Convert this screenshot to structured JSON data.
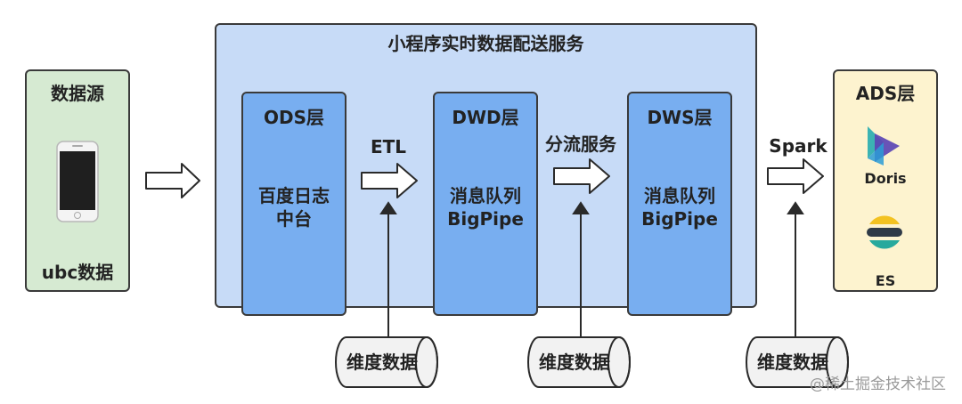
{
  "source": {
    "title": "数据源",
    "bottom_label": "ubc数据"
  },
  "service": {
    "title": "小程序实时数据配送服务"
  },
  "layers": [
    {
      "title": "ODS层",
      "content_line1": "百度日志",
      "content_line2": "中台"
    },
    {
      "title": "DWD层",
      "content_line1": "消息队列",
      "content_line2": "BigPipe"
    },
    {
      "title": "DWS层",
      "content_line1": "消息队列",
      "content_line2": "BigPipe"
    }
  ],
  "arrows": {
    "etl": "ETL",
    "split": "分流服务",
    "spark": "Spark"
  },
  "ads": {
    "title": "ADS层",
    "doris": "Doris",
    "es": "ES"
  },
  "dimension_data": [
    "维度数据",
    "维度数据",
    "维度数据"
  ],
  "watermark": "@稀土掘金技术社区",
  "colors": {
    "source_bg": "#d6ead2",
    "service_bg": "#c7dbf7",
    "layer_bg": "#78aef0",
    "ads_bg": "#fdf3cf",
    "doris_teal": "#3bb3b3",
    "doris_purple": "#5b45b5",
    "es_yellow": "#f3c221",
    "es_teal": "#27a99d",
    "es_dark": "#2f3a47"
  }
}
